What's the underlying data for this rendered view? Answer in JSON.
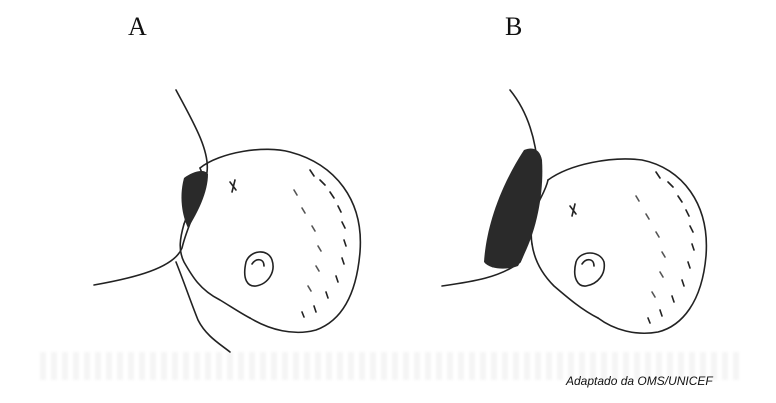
{
  "panels": [
    {
      "label": "A"
    },
    {
      "label": "B"
    }
  ],
  "credit": "Adaptado da OMS/UNICEF"
}
